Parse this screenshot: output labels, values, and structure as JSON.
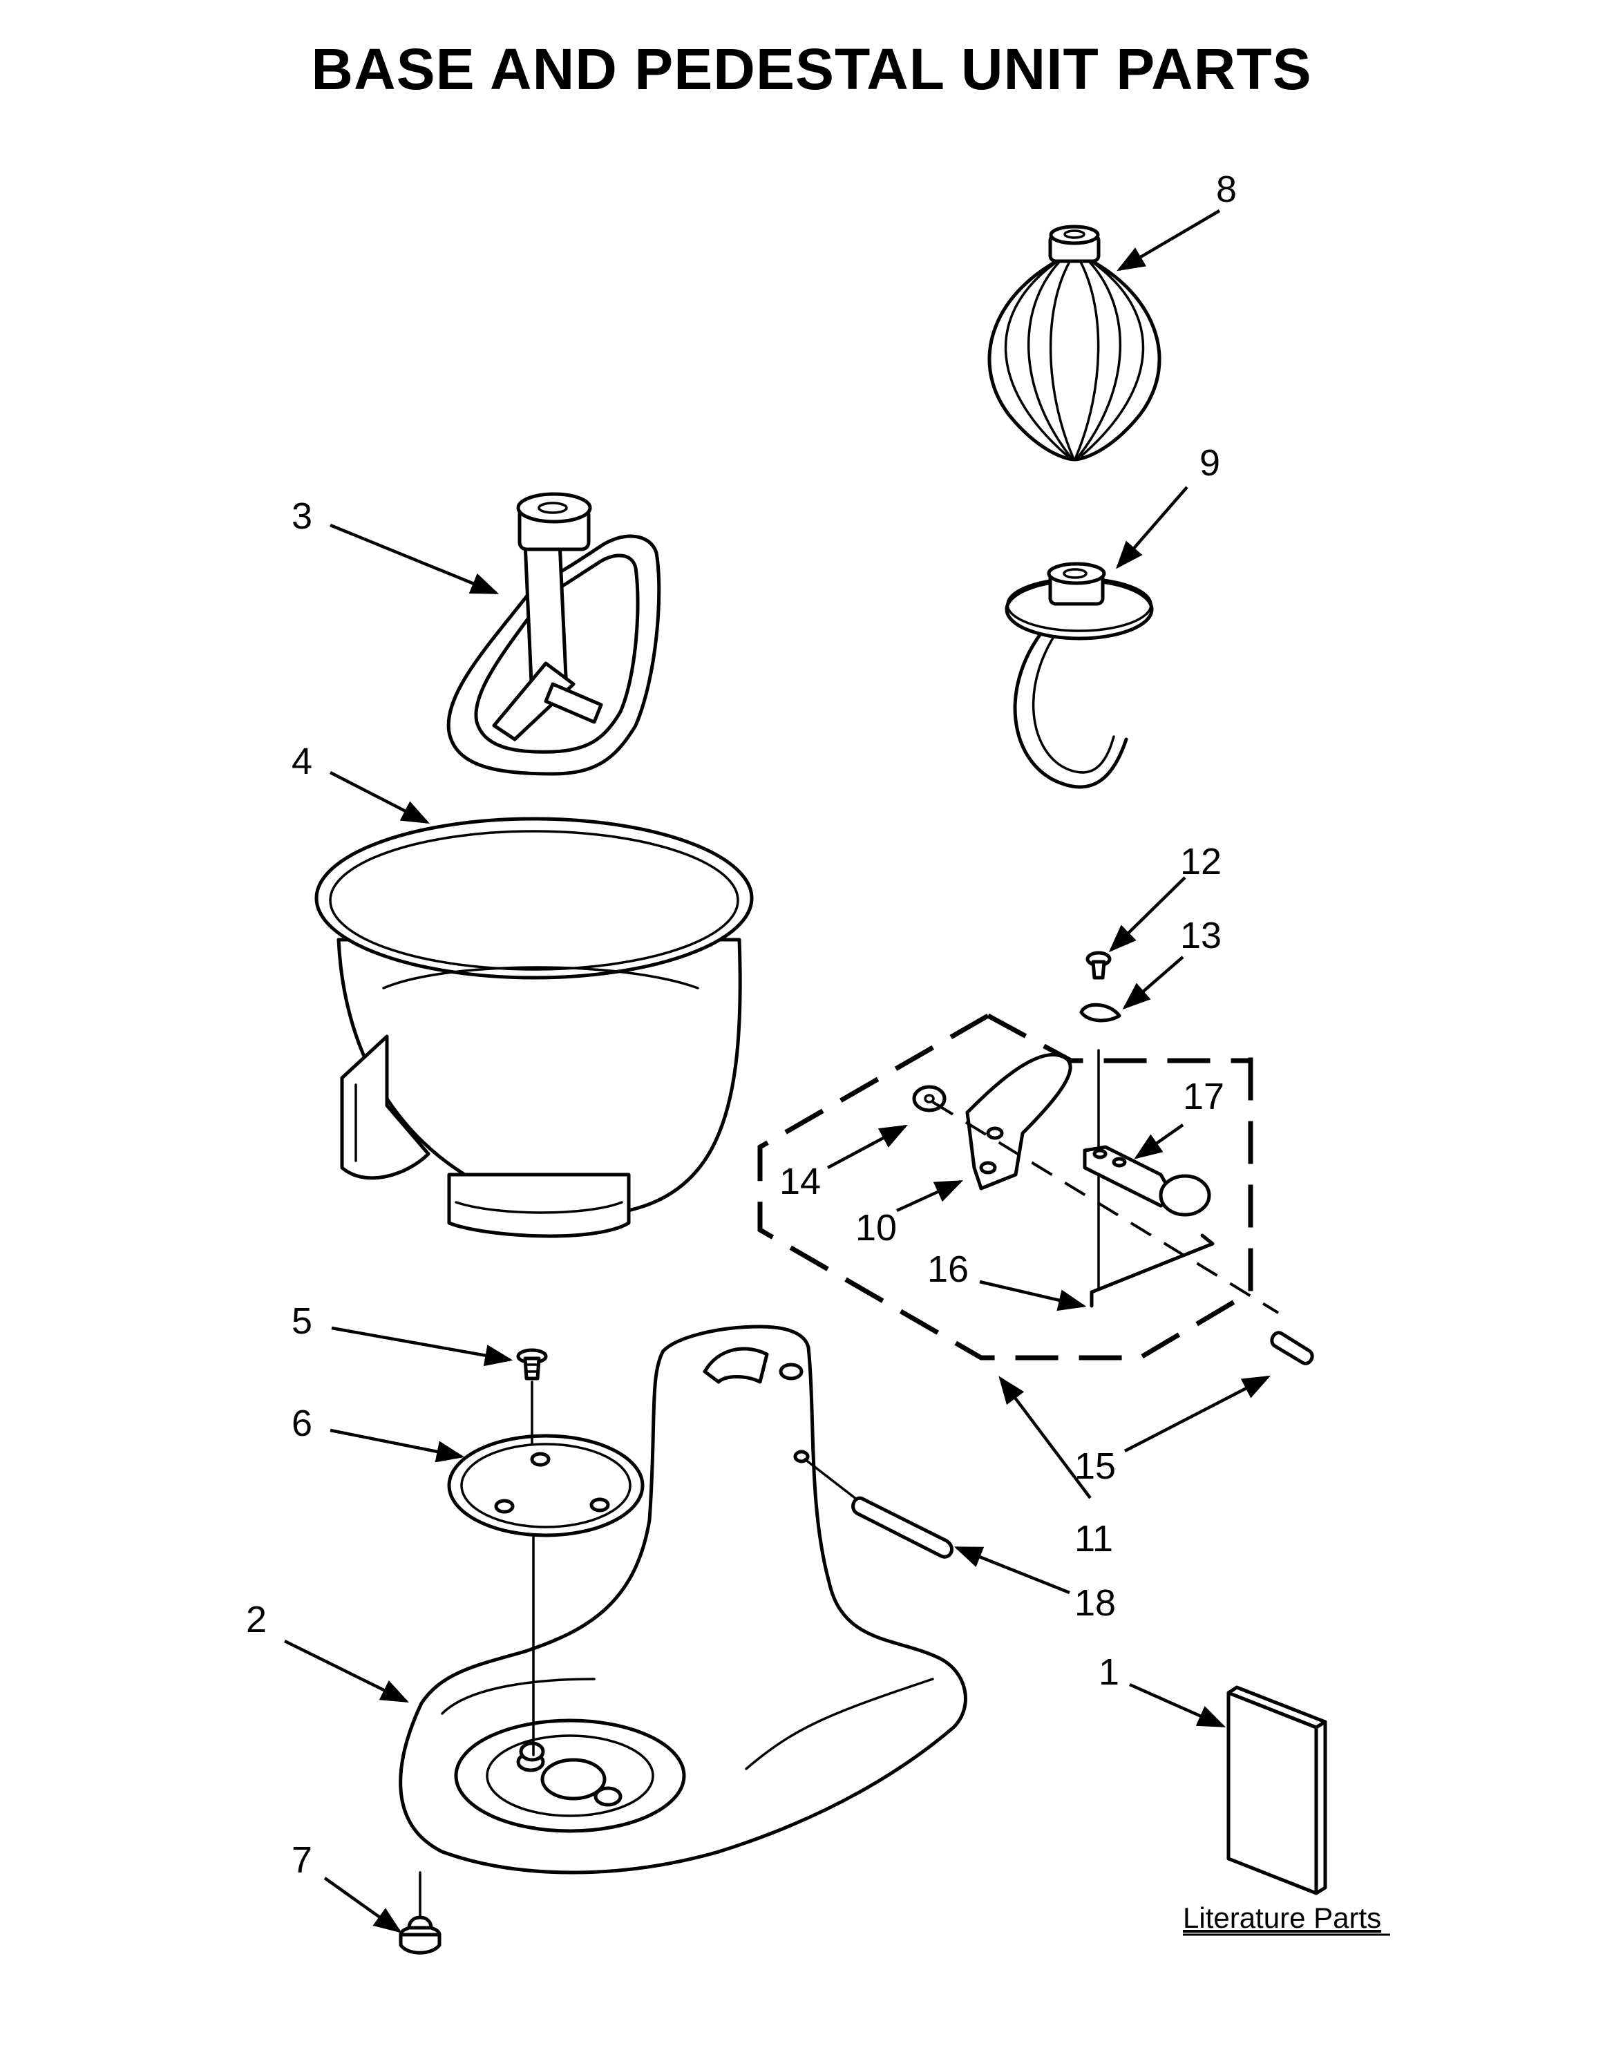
{
  "title": "BASE AND PEDESTAL UNIT PARTS",
  "literature_label": "Literature Parts",
  "callouts": {
    "c1": "1",
    "c2": "2",
    "c3": "3",
    "c4": "4",
    "c5": "5",
    "c6": "6",
    "c7": "7",
    "c8": "8",
    "c9": "9",
    "c10": "10",
    "c11": "11",
    "c12": "12",
    "c13": "13",
    "c14": "14",
    "c15": "15",
    "c16": "16",
    "c17": "17",
    "c18": "18"
  }
}
